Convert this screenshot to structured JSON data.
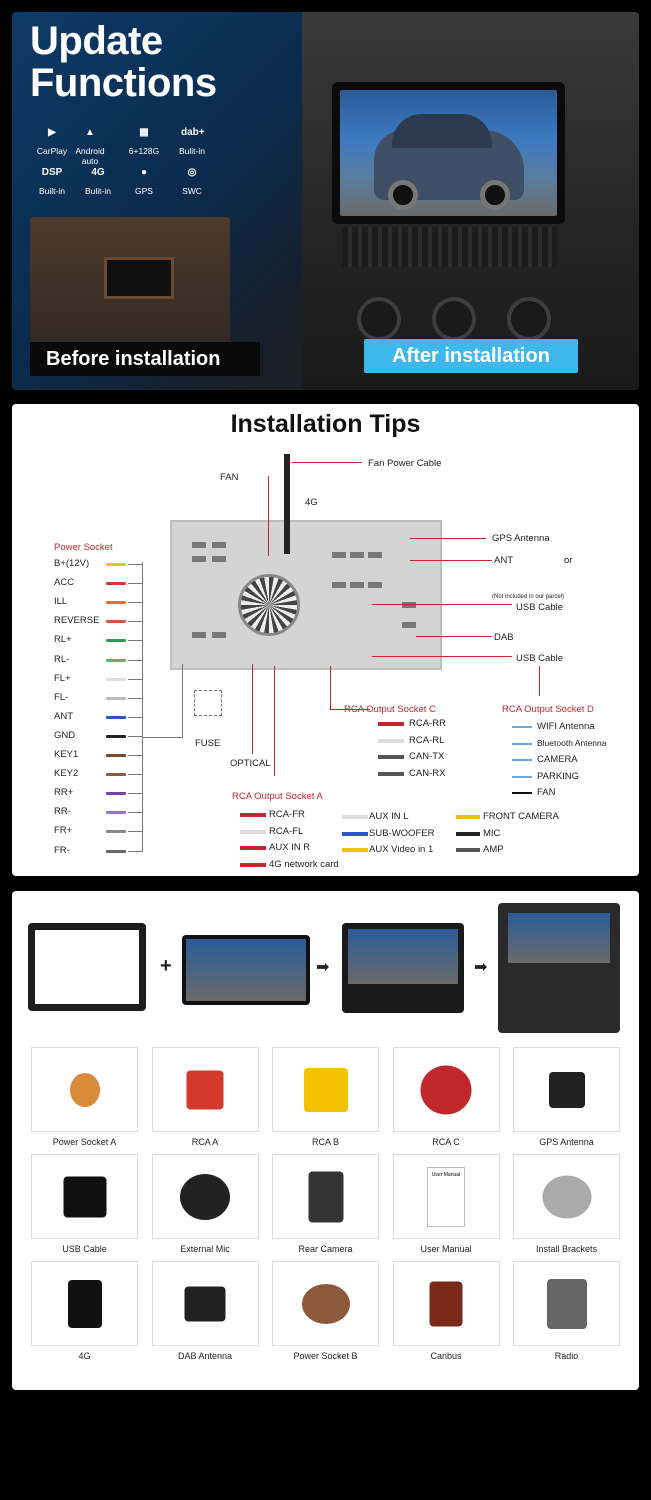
{
  "panel1": {
    "title_line1": "Update",
    "title_line2": "Functions",
    "features": [
      {
        "icon": "carplay-icon",
        "glyph": "▶",
        "label": "CarPlay"
      },
      {
        "icon": "android-auto-icon",
        "glyph": "▲",
        "label": "Android auto"
      },
      {
        "icon": "chip-icon",
        "glyph": "▦",
        "label": "6+128G"
      },
      {
        "icon": "dab-icon",
        "glyph": "dab+",
        "label": "Bulit-in"
      },
      {
        "icon": "dsp-icon",
        "glyph": "DSP",
        "label": "Built-in"
      },
      {
        "icon": "4g-icon",
        "glyph": "4G",
        "label": "Bulit-in"
      },
      {
        "icon": "gps-icon",
        "glyph": "●",
        "label": "GPS"
      },
      {
        "icon": "steering-wheel-icon",
        "glyph": "◎",
        "label": "SWC"
      }
    ],
    "before_label": "Before installation",
    "after_label": "After installation",
    "after_color": "#3db7ec"
  },
  "panel2": {
    "title": "Installation Tips",
    "fan_power_cable": "Fan Power Cable",
    "fan": "FAN",
    "fourg": "4G",
    "gps_antenna": "GPS Antenna",
    "ant": "ANT",
    "or": "or",
    "not_included": "(Not included in our parcel)",
    "usb_cable_1": "USB Cable",
    "dab": "DAB",
    "usb_cable_2": "USB Cable",
    "power_socket": "Power Socket",
    "power_pins": [
      {
        "label": "B+(12V)",
        "color": "#f2c200"
      },
      {
        "label": "ACC",
        "color": "#d33a2c"
      },
      {
        "label": "ILL",
        "color": "#e8702a"
      },
      {
        "label": "REVERSE",
        "color": "#e0503a"
      },
      {
        "label": "RL+",
        "color": "#2e9a4a"
      },
      {
        "label": "RL-",
        "color": "#5bb56a"
      },
      {
        "label": "FL+",
        "color": "#dddddd"
      },
      {
        "label": "FL-",
        "color": "#bbbbbb"
      },
      {
        "label": "ANT",
        "color": "#2a55c8"
      },
      {
        "label": "GND",
        "color": "#222222"
      },
      {
        "label": "KEY1",
        "color": "#7a4a2a"
      },
      {
        "label": "KEY2",
        "color": "#8a5a3a"
      },
      {
        "label": "RR+",
        "color": "#7b3fb0"
      },
      {
        "label": "RR-",
        "color": "#9c6fc8"
      },
      {
        "label": "FR+",
        "color": "#888888"
      },
      {
        "label": "FR-",
        "color": "#666666"
      }
    ],
    "fuse": "FUSE",
    "optical": "OPTICAL",
    "rca_c": {
      "title": "RCA Output Socket C",
      "items": [
        "RCA-RR",
        "RCA-RL",
        "CAN-TX",
        "CAN-RX"
      ]
    },
    "rca_d": {
      "title": "RCA Output Socket D",
      "items": [
        "WIFI Antenna",
        "Bluetooth Antenna",
        "CAMERA",
        "PARKING",
        "FAN"
      ]
    },
    "rca_a": {
      "title": "RCA Output Socket A",
      "col1": [
        "RCA-FR",
        "RCA-FL",
        "AUX IN R",
        "4G network card"
      ],
      "col2": [
        "AUX IN L",
        "SUB-WOOFER",
        "AUX Video in 1"
      ],
      "col3": [
        "FRONT CAMERA",
        "MIC",
        "AMP"
      ]
    }
  },
  "panel3": {
    "accessories": [
      "Power Socket A",
      "RCA  A",
      "RCA  B",
      "RCA  C",
      "GPS Antenna",
      "USB Cable",
      "External Mic",
      "Rear Camera",
      "User Manual",
      "Install Brackets",
      "4G",
      "DAB Antenna",
      "Power Socket B",
      "Canbus",
      "Radio"
    ],
    "user_manual_text": "User Manual"
  }
}
